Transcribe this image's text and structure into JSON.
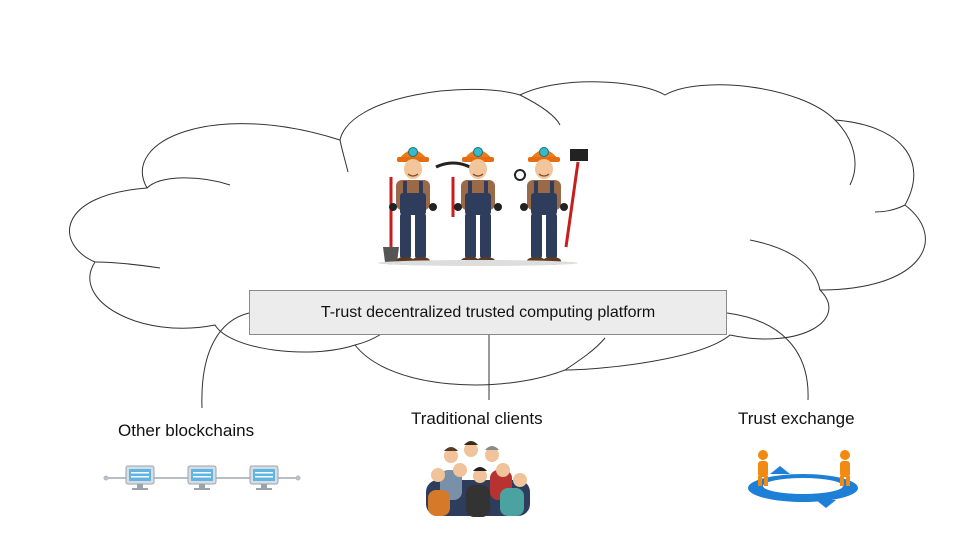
{
  "platform": {
    "label": "T-rust decentralized trusted computing platform"
  },
  "nodes": [
    {
      "id": "other-blockchains",
      "label": "Other blockchains",
      "icon": "server-chain-icon"
    },
    {
      "id": "traditional-clients",
      "label": "Traditional clients",
      "icon": "people-group-icon"
    },
    {
      "id": "trust-exchange",
      "label": "Trust exchange",
      "icon": "exchange-cycle-icon"
    }
  ],
  "miners": {
    "icon": "miner-workers-icon",
    "count": 3
  },
  "colors": {
    "cloud_stroke": "#333333",
    "box_fill": "#ececec",
    "helmet": "#f07a1a",
    "overalls": "#2f3d5c",
    "exchange_arrow": "#1e7fd6",
    "exchange_person": "#f08a10",
    "server_screen": "#5fb6e6"
  }
}
